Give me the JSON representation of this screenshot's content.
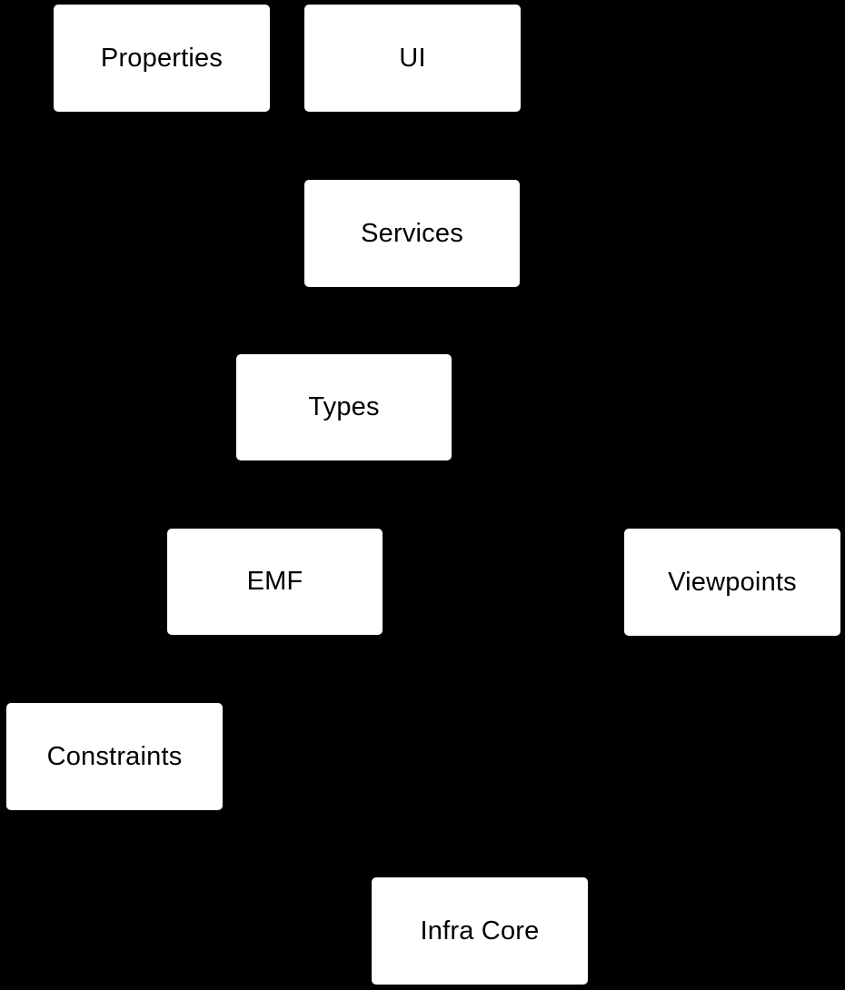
{
  "diagram": {
    "background_color": "#000000",
    "node_fill_color": "#ffffff",
    "node_text_color": "#000000",
    "nodes": [
      {
        "id": "properties",
        "label": "Properties"
      },
      {
        "id": "ui",
        "label": "UI"
      },
      {
        "id": "services",
        "label": "Services"
      },
      {
        "id": "types",
        "label": "Types"
      },
      {
        "id": "emf",
        "label": "EMF"
      },
      {
        "id": "viewpoints",
        "label": "Viewpoints"
      },
      {
        "id": "constraints",
        "label": "Constraints"
      },
      {
        "id": "infra_core",
        "label": "Infra Core"
      }
    ]
  }
}
